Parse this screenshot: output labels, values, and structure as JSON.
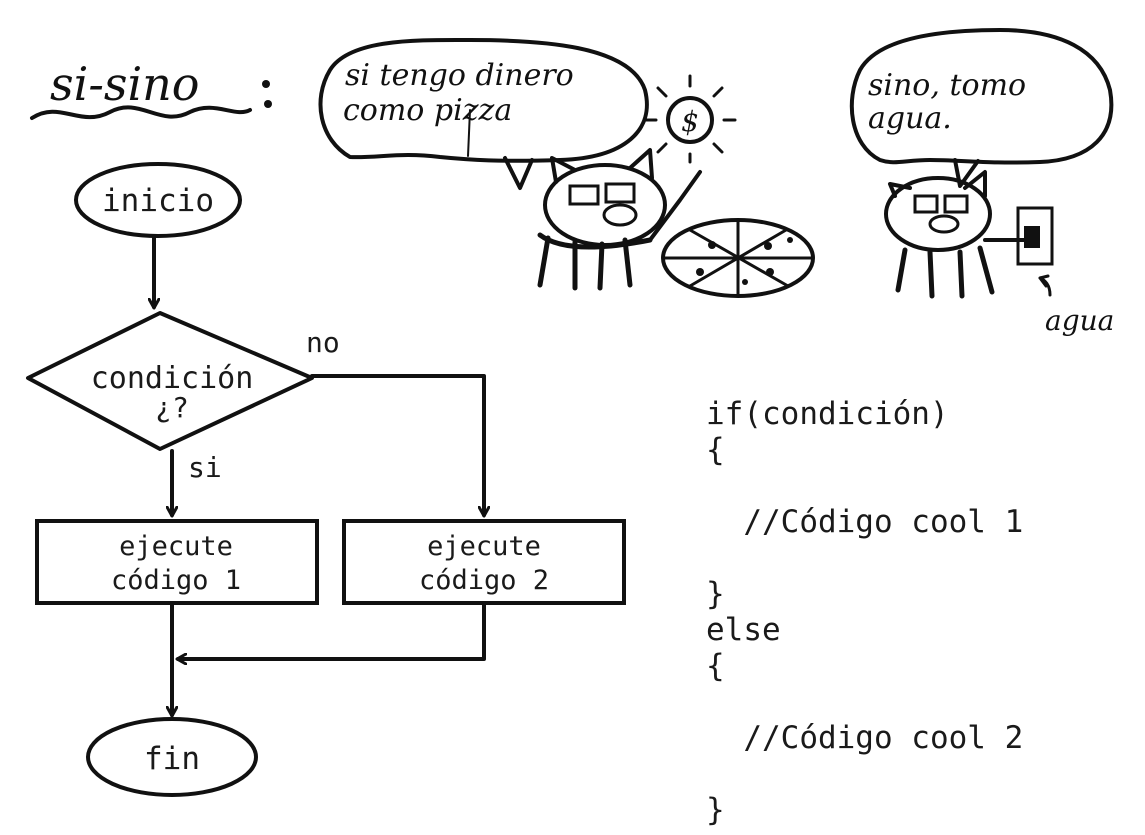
{
  "title": "si-sino",
  "flowchart": {
    "start": "inicio",
    "condition_line1": "condición",
    "condition_line2": "¿?",
    "yes_label": "si",
    "no_label": "no",
    "box1_line1": "ejecute",
    "box1_line2": "código 1",
    "box2_line1": "ejecute",
    "box2_line2": "código 2",
    "end": "fin"
  },
  "comic": {
    "bubble1_line1": "si tengo dinero",
    "bubble1_line2": "como pizza",
    "coin_symbol": "$",
    "bubble2_line1": "sino, tomo",
    "bubble2_line2": "agua.",
    "tap_label": "agua"
  },
  "code_lines": [
    "if(condición)",
    "{",
    "",
    "  //Código cool 1",
    "",
    "}",
    "else",
    "{",
    "",
    "  //Código cool 2",
    "",
    "}"
  ]
}
